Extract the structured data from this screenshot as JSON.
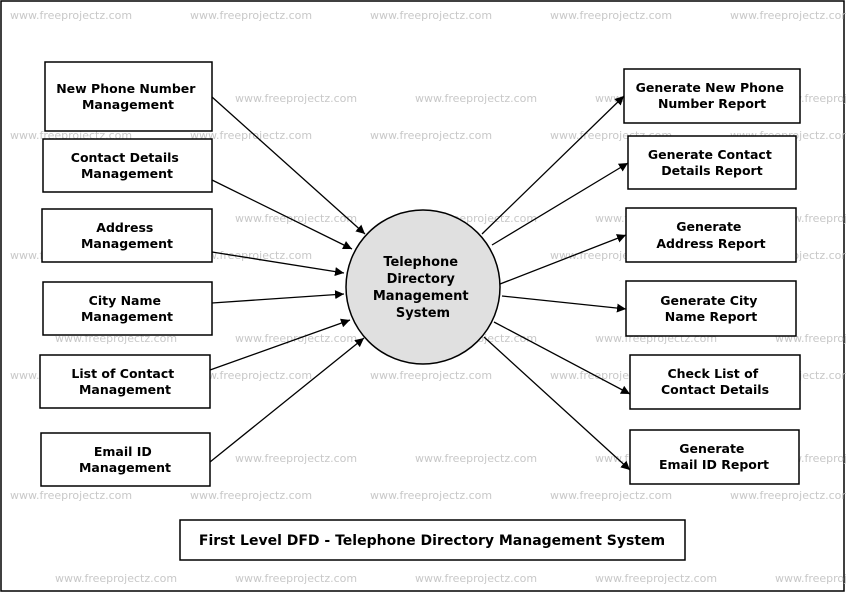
{
  "watermark_text": "www.freeprojectz.com",
  "center_process": {
    "lines": [
      "Telephone",
      "Directory",
      "Management",
      "System"
    ]
  },
  "left_processes": [
    {
      "lines": [
        "New Phone Number",
        "Management"
      ]
    },
    {
      "lines": [
        "Contact Details",
        "Management"
      ]
    },
    {
      "lines": [
        "Address",
        "Management"
      ]
    },
    {
      "lines": [
        "City Name",
        "Management"
      ]
    },
    {
      "lines": [
        "List of Contact",
        "Management"
      ]
    },
    {
      "lines": [
        "Email ID",
        "Management"
      ]
    }
  ],
  "right_processes": [
    {
      "lines": [
        "Generate New Phone",
        "Number Report"
      ]
    },
    {
      "lines": [
        "Generate Contact",
        "Details Report"
      ]
    },
    {
      "lines": [
        "Generate",
        "Address Report"
      ]
    },
    {
      "lines": [
        "Generate City",
        "Name Report"
      ]
    },
    {
      "lines": [
        "Check List of",
        "Contact Details"
      ]
    },
    {
      "lines": [
        "Generate",
        "Email ID Report"
      ]
    }
  ],
  "diagram_title": "First Level DFD - Telephone Directory Management System",
  "colors": {
    "circle_fill": "#e0e0e0",
    "stroke": "#000000",
    "watermark": "#c8c8c8"
  }
}
